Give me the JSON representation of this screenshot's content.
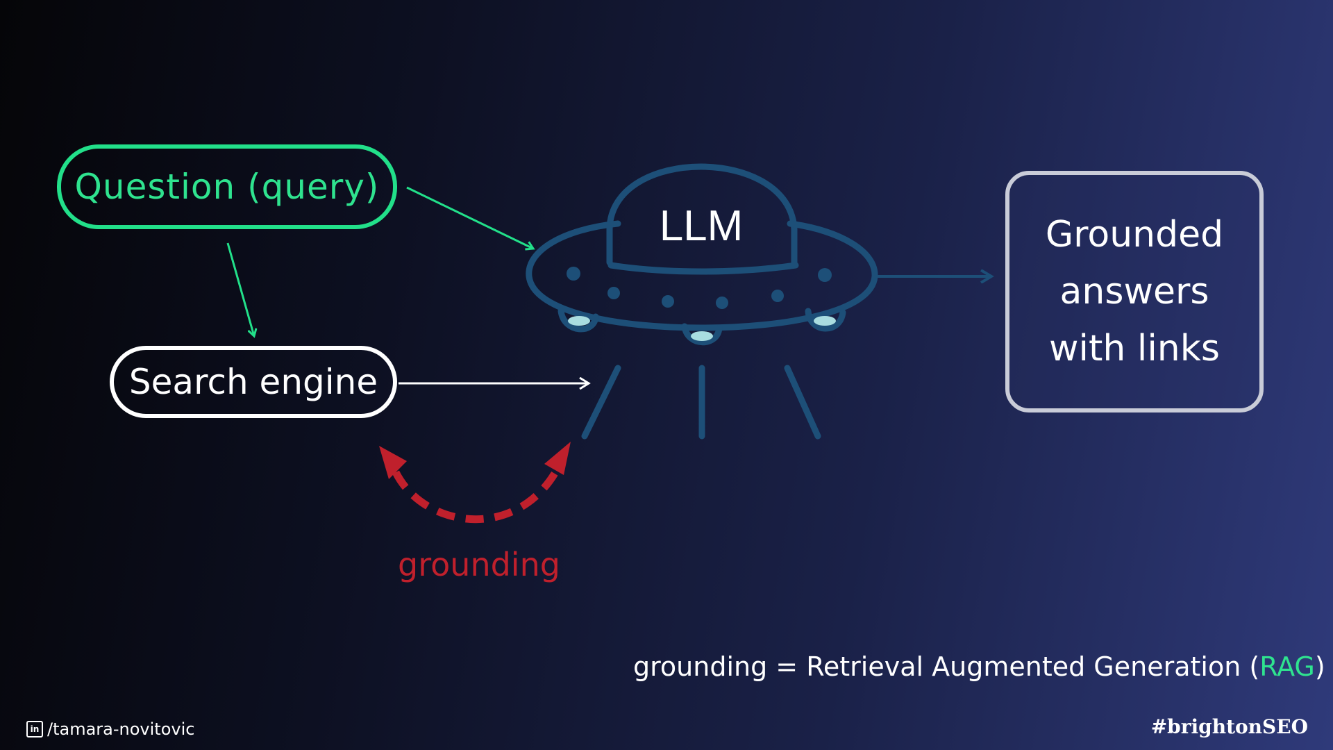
{
  "nodes": {
    "question": "Question (query)",
    "search": "Search engine",
    "llm": "LLM",
    "answers": [
      "Grounded",
      "answers",
      "with links"
    ]
  },
  "grounding_label": "grounding",
  "rag_note": {
    "prefix": "grounding = Retrieval Augmented Generation (",
    "highlight": "RAG",
    "suffix": ")"
  },
  "footer": {
    "linkedin_icon": "linkedin-icon",
    "handle": "/tamara-novitovic",
    "hashtag": "#brightonSEO"
  },
  "colors": {
    "green": "#22e08a",
    "red": "#c0202c",
    "ufo": "#1d4f78",
    "white": "#ffffff"
  }
}
